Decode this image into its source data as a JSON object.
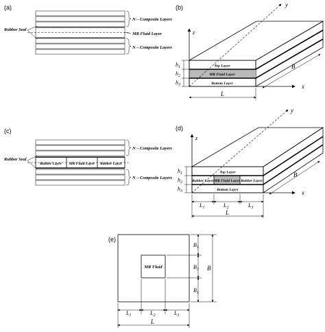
{
  "panels": {
    "a": {
      "tag": "(a)",
      "rubber_seal": "Rubber Seal",
      "mr_layer": "MR Fluid Layer",
      "composite_top": "N – Composite Layers",
      "composite_bottom": "N – Composite Layers"
    },
    "b": {
      "tag": "(b)",
      "top_layer": "Top Layer",
      "mr_layer": "MR Fluid Layer",
      "bottom_layer": "Bottom Layer",
      "axis_x": "x",
      "axis_y": "y",
      "axis_z": "z",
      "h1": "h",
      "h1_sub": "1",
      "h2": "h",
      "h2_sub": "2",
      "h3": "h",
      "h3_sub": "3",
      "length": "L",
      "width": "B"
    },
    "c": {
      "tag": "(c)",
      "rubber_seal": "Rubber Seal",
      "rubber_left": "Rubber Layer",
      "mr_layer": "MR Fluid Layer",
      "rubber_right": "Rubber Layer",
      "composite_top": "N – Composite Layers",
      "composite_bottom": "N – Composite Layers"
    },
    "d": {
      "tag": "(d)",
      "top_layer": "Top Layer",
      "rubber_left": "Rubber Layer",
      "mr_layer": "MR Fluid Layer",
      "rubber_right": "Rubber Layer",
      "bottom_layer": "Bottom Layer",
      "axis_x": "x",
      "axis_y": "y",
      "axis_z": "z",
      "h1": "h",
      "h1_sub": "1",
      "h2": "h",
      "h2_sub": "2",
      "h3": "h",
      "h3_sub": "3",
      "l1": "L",
      "l1_sub": "1",
      "l2": "L",
      "l2_sub": "2",
      "l3": "L",
      "l3_sub": "3",
      "length": "L",
      "width": "B"
    },
    "e": {
      "tag": "(e)",
      "mr_fluid": "MR Fluid",
      "b1_top": "B",
      "b1_top_sub": "1",
      "b3": "B",
      "b3_sub": "3",
      "b1_bottom": "B",
      "b1_bottom_sub": "1",
      "width": "B",
      "l1": "L",
      "l1_sub": "1",
      "l2": "L",
      "l2_sub": "2",
      "l3": "L",
      "l3_sub": "3",
      "length": "L"
    }
  }
}
